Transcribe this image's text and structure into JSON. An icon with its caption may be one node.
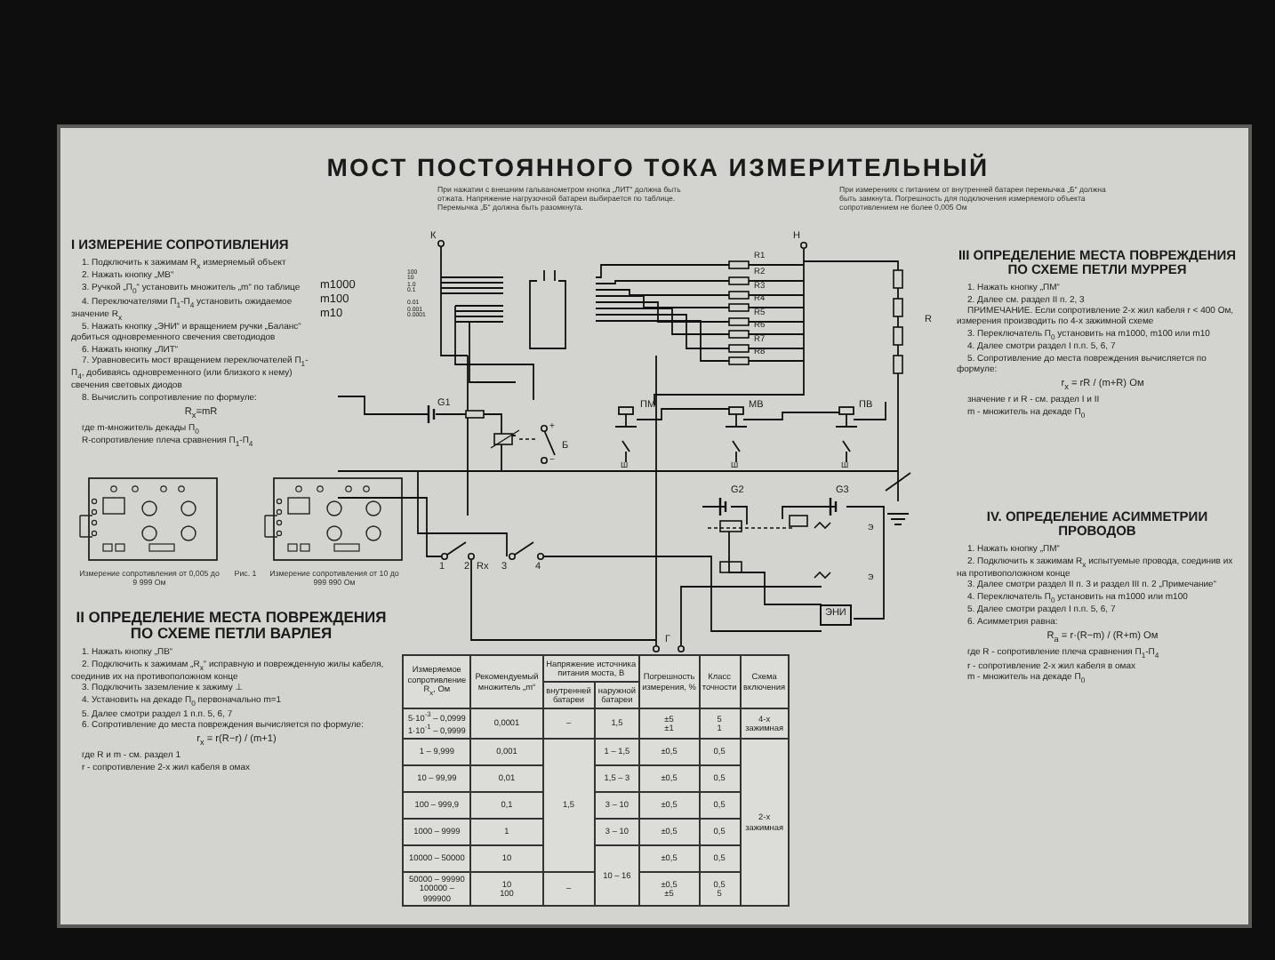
{
  "diagram": {
    "title": "МОСТ ПОСТОЯННОГО ТОКА ИЗМЕРИТЕЛЬНЫЙ",
    "labels": [
      "При нажатии с внешним гальванометром кнопка „ЛИТ“ должна быть отжата. Напряжение нагрузочной батареи выбирается по таблице. Перемычка „Б“ должна быть разомкнута.",
      "При измерениях с питанием от внутренней батареи перемычка „Б“ должна быть замкнута. Погрешность для подключения измеряемого объекта сопротивлением не более 0,005 Ом",
      "I ИЗМЕРЕНИЕ СОПРОТИВЛЕНИЯ",
      "1. Подключить к зажимам R$_{x}$ измеряемый объект",
      "2. Нажать кнопку „МВ“",
      "3. Ручкой „П$_{0}$“ установить множитель „m“ по таблице",
      "4. Переключателями П$_{1}$-П$_{4}$ установить ожидаемое значение R$_{x}$",
      "5. Нажать кнопку „ЭНИ“ и вращением ручки „Баланс“ добиться одновременного свечения светодиодов",
      "6. Нажать кнопку „ЛИТ“",
      "7. Уравновесить мост вращением переключателей П$_{1}$-П$_{4}$, добиваясь одновременного (или близкого к нему) свечения световых диодов",
      "8. Вычислить сопротивление по формуле:",
      "R$_{x}$=mR",
      "где m-множитель декады П$_{0}$",
      "R-сопротивление плеча сравнения П$_{1}$-П$_{4}$",
      "Измерение сопротивления от 0,005 до 9 999 Ом",
      "Рис. 1",
      "Измерение сопротивления от 10 до 999 990 Ом",
      "II ОПРЕДЕЛЕНИЕ МЕСТА ПОВРЕЖДЕНИЯ ПО СХЕМЕ ПЕТЛИ ВАРЛЕЯ",
      "1. Нажать кнопку „ПВ“",
      "2. Подключить к зажимам „R$_{x}$“ исправную и поврежденную жилы кабеля, соединив их на противоположном конце",
      "3. Подключить заземление к зажиму ⊥",
      "4. Установить на декаде П$_{0}$ первоначально m=1",
      "5. Далее смотри раздел 1 п.п. 5, 6, 7",
      "6. Сопротивление до места повреждения вычисляется по формуле:",
      "r$_{x}$ = r(R−r) / (m+1)",
      "где R и m - см. раздел 1",
      "r - сопротивление 2-х жил кабеля в омах",
      "III ОПРЕДЕЛЕНИЕ МЕСТА ПОВРЕЖДЕНИЯ ПО СХЕМЕ ПЕТЛИ МУРРЕЯ",
      "1. Нажать кнопку „ПМ“",
      "2. Далее см. раздел II п. 2, 3",
      "ПРИМЕЧАНИЕ. Если сопротивление 2-х жил кабеля r < 400 Ом, измерения производить по 4-х зажимной схеме",
      "3. Переключатель П$_{0}$ установить на m1000, m100 или m10",
      "4. Далее смотри раздел I п.п. 5, 6, 7",
      "5. Сопротивление до места повреждения вычисляется по формуле:",
      "r$_{x}$ = rR / (m+R) Ом",
      "значение r и R - см. раздел I и II",
      "m - множитель на декаде П$_{0}$",
      "IV. ОПРЕДЕЛЕНИЕ АСИММЕТРИИ ПРОВОДОВ",
      "1. Нажать кнопку „ПМ“",
      "2. Подключить к зажимам R$_{x}$ испытуемые провода, соединив их на противоположном конце",
      "3. Далее смотри раздел II п. 3 и раздел III п. 2 „Примечание“",
      "4. Переключатель П$_{0}$ установить на m1000 или m100",
      "5. Далее смотри раздел I п.п. 5, 6, 7",
      "6. Асимметрия равна:",
      "R$_{a}$ = r·(R−m) / (R+m) Ом",
      "где R - сопротивление плеча сравнения П$_{1}$-П$_{4}$",
      "r - сопротивление 2-х жил кабеля в омах",
      "m - множитель на декаде П$_{0}$",
      "m1000",
      "m100",
      "m10",
      "100",
      "10",
      "1.0",
      "0.1",
      "0.01",
      "0.001",
      "0.0001",
      "К",
      "Н",
      "R1",
      "R2",
      "R3",
      "R4",
      "R5",
      "R6",
      "R7",
      "R8",
      "R",
      "G1",
      "ПМ",
      "МВ",
      "ПВ",
      "Ш",
      "Ш",
      "Ш",
      "Б",
      "+",
      "−",
      "G2",
      "G3",
      "Э",
      "Э",
      "ЭНИ",
      "1",
      "2",
      "Rx",
      "3",
      "4",
      "Г",
      "Измеряемое сопротивление R$_{x}$, Ом",
      "Рекомендуемый множитель „m“",
      "Напряжение источника питания моста, В",
      "Погрешность измерения, %",
      "Класс точности",
      "Схема включения",
      "внутренней батареи",
      "наружной батареи",
      "5·10$^{-3}$ – 0,0999",
      "1·10$^{-1}$ – 0,9999",
      "0,0001",
      "–",
      "1,5",
      "±5",
      "±1",
      "5",
      "1",
      "4-х зажимная",
      "1 – 9,999",
      "0,001",
      "1,5",
      "1 – 1,5",
      "±0,5",
      "0,5",
      "2-х зажимная",
      "10 – 99,99",
      "0,01",
      "1,5 – 3",
      "±0,5",
      "0,5",
      "100 – 999,9",
      "0,1",
      "3 – 10",
      "±0,5",
      "0,5",
      "1000 – 9999",
      "1",
      "3 – 10",
      "±0,5",
      "0,5",
      "10000 – 50000",
      "10",
      "10 – 16",
      "±0,5",
      "0,5",
      "50000 – 99990",
      "100000 – 999900",
      "10",
      "100",
      "–",
      "±0,5",
      "±5",
      "0,5",
      "5"
    ]
  }
}
